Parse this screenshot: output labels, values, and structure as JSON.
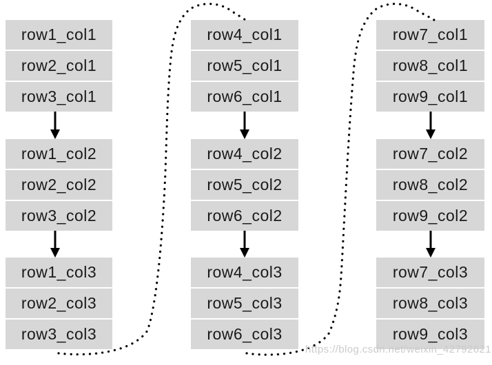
{
  "diagram": {
    "description": "column-major storage order diagram",
    "columns": [
      {
        "blocks": [
          {
            "cells": [
              "row1_col1",
              "row2_col1",
              "row3_col1"
            ]
          },
          {
            "cells": [
              "row1_col2",
              "row2_col2",
              "row3_col2"
            ]
          },
          {
            "cells": [
              "row1_col3",
              "row2_col3",
              "row3_col3"
            ]
          }
        ]
      },
      {
        "blocks": [
          {
            "cells": [
              "row4_col1",
              "row5_col1",
              "row6_col1"
            ]
          },
          {
            "cells": [
              "row4_col2",
              "row5_col2",
              "row6_col2"
            ]
          },
          {
            "cells": [
              "row4_col3",
              "row5_col3",
              "row6_col3"
            ]
          }
        ]
      },
      {
        "blocks": [
          {
            "cells": [
              "row7_col1",
              "row8_col1",
              "row9_col1"
            ]
          },
          {
            "cells": [
              "row7_col2",
              "row8_col2",
              "row9_col2"
            ]
          },
          {
            "cells": [
              "row7_col3",
              "row8_col3",
              "row9_col3"
            ]
          }
        ]
      }
    ]
  },
  "connectors": {
    "solid_arrow_meaning": "next block in same column chain",
    "dotted_curve_meaning": "wrap to next column group"
  },
  "watermark": "https://blog.csdn.net/weixin_42792621",
  "colors": {
    "cell_background": "#d7d7d7",
    "cell_text": "#1a1a1a",
    "line": "#000000",
    "watermark_text": "#cbcbcb",
    "page_background": "#ffffff"
  }
}
